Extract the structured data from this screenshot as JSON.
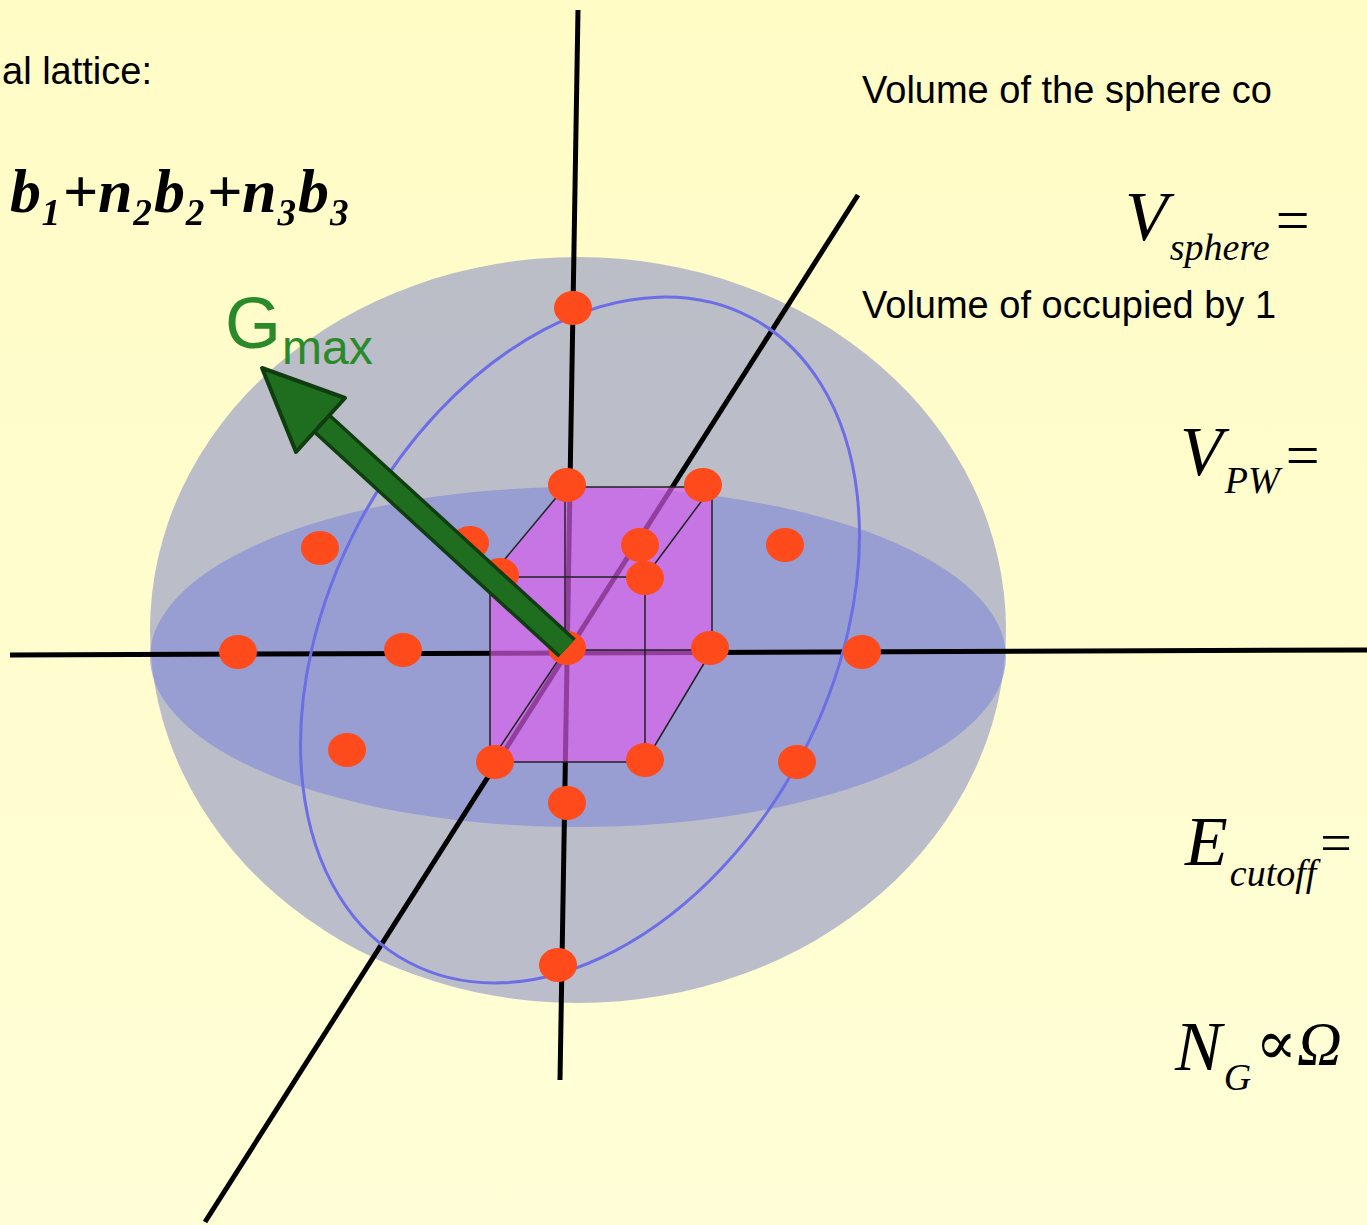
{
  "diagram": {
    "labels": [
      "al lattice:",
      "b₁+n₂b₂+n₃b₃",
      "G",
      "max",
      "Volume of the sphere co",
      "V",
      "sphere",
      "=",
      "Volume of occupied by 1",
      "V",
      "PW",
      "=",
      "E",
      "cutoff",
      "=",
      "N",
      "G",
      "∝Ω"
    ]
  }
}
